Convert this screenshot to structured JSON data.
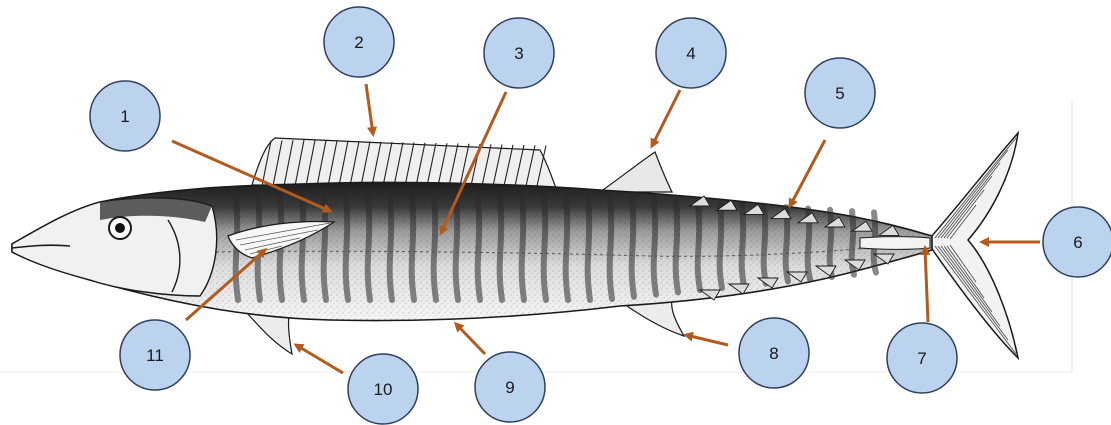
{
  "colors": {
    "bubble_fill": "#bcd3f0",
    "bubble_stroke": "#2f3f5c",
    "arrow": "#b35a1f",
    "fish_ink": "#1a1a1a",
    "fish_belly": "#f7f7f7",
    "background": "#ffffff"
  },
  "labels": [
    "1",
    "2",
    "3",
    "4",
    "5",
    "6",
    "7",
    "8",
    "9",
    "10",
    "11"
  ]
}
